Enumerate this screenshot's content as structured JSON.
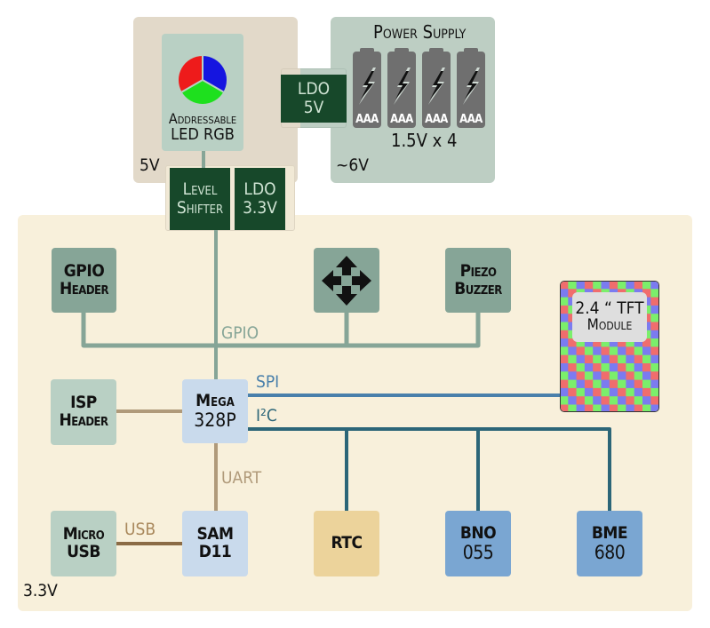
{
  "regions": {
    "five_volt": {
      "label": "5V",
      "color": "#e2d9c9"
    },
    "power_supply": {
      "label": "~6V",
      "title": "Power Supply",
      "color": "#bdcec3"
    },
    "three_three_volt": {
      "label": "3.3V",
      "color": "#f8f0db"
    }
  },
  "power_supply": {
    "battery_label": "AAA",
    "battery_count": 4,
    "spec": "1.5V x 4"
  },
  "blocks": {
    "led_rgb": {
      "line1": "Addressable",
      "line2": "LED RGB"
    },
    "ldo_5v": {
      "line1": "LDO",
      "line2": "5V"
    },
    "level_shifter": {
      "line1": "Level",
      "line2": "Shifter"
    },
    "ldo_3v3": {
      "line1": "LDO",
      "line2": "3.3V"
    },
    "gpio_header": {
      "line1": "GPIO",
      "line2": "Header"
    },
    "dpad": {
      "icon": "move-arrows-icon"
    },
    "piezo_buzzer": {
      "line1": "Piezo",
      "line2": "Buzzer"
    },
    "tft_module": {
      "line1": "2.4 “ TFT",
      "line2": "Module"
    },
    "isp_header": {
      "line1": "ISP",
      "line2": "Header"
    },
    "mega328p": {
      "line1": "Mega",
      "line2": "328P"
    },
    "micro_usb": {
      "line1": "Micro",
      "line2": "USB"
    },
    "samd11": {
      "line1": "SAM",
      "line2": "D11"
    },
    "rtc": {
      "line1": "RTC"
    },
    "bno055": {
      "line1": "BNO",
      "line2": "055"
    },
    "bme680": {
      "line1": "BME",
      "line2": "680"
    }
  },
  "buses": {
    "gpio": {
      "label": "GPIO",
      "color": "#86a597"
    },
    "spi": {
      "label": "SPI",
      "color": "#4a80ab"
    },
    "i2c": {
      "label": "I²C",
      "color": "#2c6678"
    },
    "uart": {
      "label": "UART",
      "color": "#b09a7a"
    },
    "usb": {
      "label": "USB",
      "color": "#8b6b45"
    }
  },
  "colors": {
    "dark_green": "#17482a",
    "sage": "#86a597",
    "light_sage": "#b9d0c4",
    "mcu_blue": "#c9daec",
    "sensor_blue": "#7aa6d2",
    "rtc_gold": "#ecd39b"
  }
}
